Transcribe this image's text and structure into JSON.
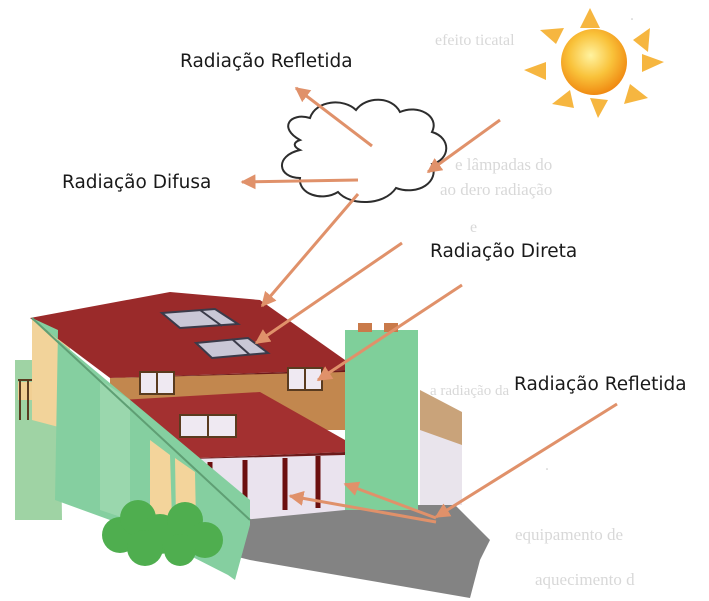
{
  "labels": {
    "reflected_top": "Radiação Refletida",
    "diffuse": "Radiação Difusa",
    "direct": "Radiação Direta",
    "reflected_right": "Radiação Refletida"
  },
  "colors": {
    "arrow": "#e0916a",
    "roof": "#9a2a2a",
    "wall_green": "#85cfa0",
    "chimney": "#7fcf9a",
    "wall_tan": "#f2d39a",
    "sun": "#f5a623"
  }
}
